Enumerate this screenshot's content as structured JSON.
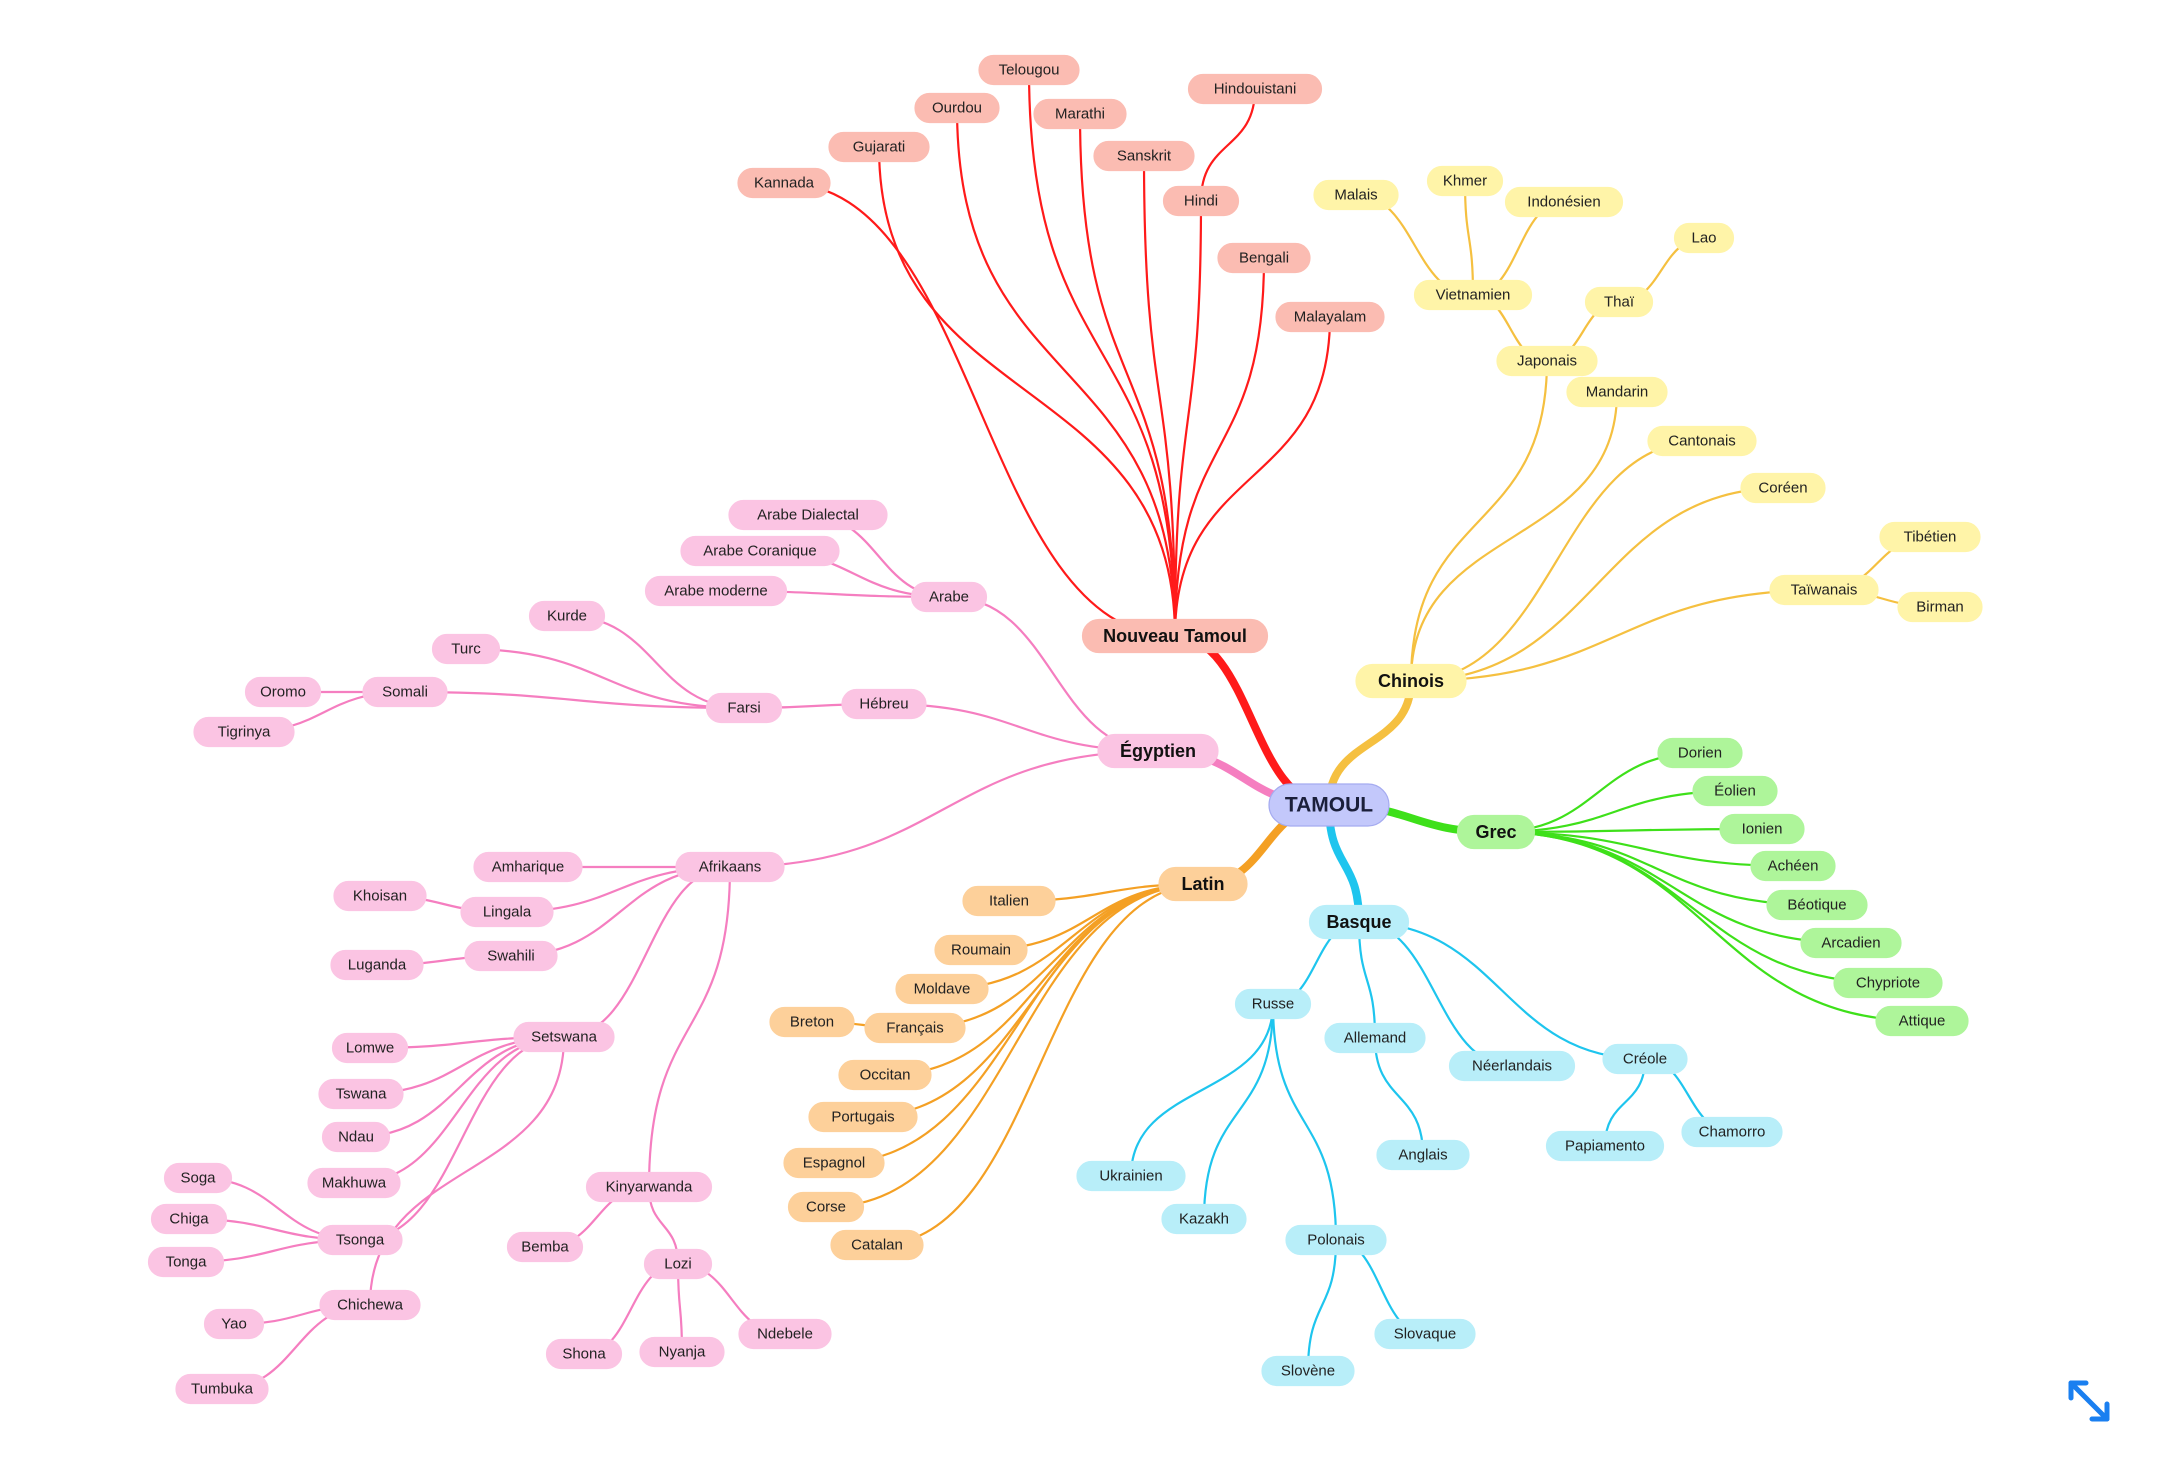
{
  "root": "TAMOUL",
  "colors": {
    "root_fill": "#c3c8fb",
    "root_stroke": "#a5abf0"
  },
  "branches": [
    {
      "key": "tamoul",
      "label": "Nouveau Tamoul",
      "color": "#ff1a1a",
      "fill": "#fbbcb2",
      "children": [
        {
          "label": "Kannada"
        },
        {
          "label": "Gujarati"
        },
        {
          "label": "Ourdou"
        },
        {
          "label": "Telougou"
        },
        {
          "label": "Marathi"
        },
        {
          "label": "Sanskrit"
        },
        {
          "label": "Hindi",
          "children": [
            {
              "label": "Hindouistani"
            }
          ]
        },
        {
          "label": "Bengali"
        },
        {
          "label": "Malayalam"
        }
      ]
    },
    {
      "key": "chinois",
      "label": "Chinois",
      "color": "#f5c040",
      "fill": "#fff4a8",
      "children": [
        {
          "label": "Japonais",
          "children": [
            {
              "label": "Vietnamien",
              "children": [
                {
                  "label": "Malais"
                },
                {
                  "label": "Khmer"
                },
                {
                  "label": "Indonésien"
                }
              ]
            },
            {
              "label": "Thaï",
              "children": [
                {
                  "label": "Lao"
                }
              ]
            }
          ]
        },
        {
          "label": "Mandarin"
        },
        {
          "label": "Cantonais"
        },
        {
          "label": "Coréen"
        },
        {
          "label": "Taïwanais",
          "children": [
            {
              "label": "Tibétien"
            },
            {
              "label": "Birman"
            }
          ]
        }
      ]
    },
    {
      "key": "grec",
      "label": "Grec",
      "color": "#3ee01a",
      "fill": "#aef59a",
      "children": [
        {
          "label": "Dorien"
        },
        {
          "label": "Éolien"
        },
        {
          "label": "Ionien"
        },
        {
          "label": "Achéen"
        },
        {
          "label": "Béotique"
        },
        {
          "label": "Arcadien"
        },
        {
          "label": "Chypriote"
        },
        {
          "label": "Attique"
        }
      ]
    },
    {
      "key": "basque",
      "label": "Basque",
      "color": "#1ec5ee",
      "fill": "#b8eef9",
      "children": [
        {
          "label": "Russe",
          "children": [
            {
              "label": "Ukrainien"
            },
            {
              "label": "Kazakh"
            },
            {
              "label": "Polonais",
              "children": [
                {
                  "label": "Slovène"
                },
                {
                  "label": "Slovaque"
                }
              ]
            }
          ]
        },
        {
          "label": "Allemand",
          "children": [
            {
              "label": "Anglais"
            }
          ]
        },
        {
          "label": "Néerlandais"
        },
        {
          "label": "Créole",
          "children": [
            {
              "label": "Papiamento"
            },
            {
              "label": "Chamorro"
            }
          ]
        }
      ]
    },
    {
      "key": "latin",
      "label": "Latin",
      "color": "#f4a024",
      "fill": "#fdd09a",
      "children": [
        {
          "label": "Italien"
        },
        {
          "label": "Roumain"
        },
        {
          "label": "Moldave"
        },
        {
          "label": "Français",
          "children": [
            {
              "label": "Breton"
            }
          ]
        },
        {
          "label": "Occitan"
        },
        {
          "label": "Portugais"
        },
        {
          "label": "Espagnol"
        },
        {
          "label": "Corse"
        },
        {
          "label": "Catalan"
        }
      ]
    },
    {
      "key": "egyptien",
      "label": "Égyptien",
      "color": "#f57ec0",
      "fill": "#fbc4e3",
      "children": [
        {
          "label": "Arabe",
          "children": [
            {
              "label": "Arabe Dialectal"
            },
            {
              "label": "Arabe Coranique"
            },
            {
              "label": "Arabe moderne"
            }
          ]
        },
        {
          "label": "Hébreu",
          "children": [
            {
              "label": "Farsi",
              "children": [
                {
                  "label": "Kurde"
                },
                {
                  "label": "Turc"
                },
                {
                  "label": "Somali",
                  "children": [
                    {
                      "label": "Oromo"
                    },
                    {
                      "label": "Tigrinya"
                    }
                  ]
                }
              ]
            }
          ]
        },
        {
          "label": "Afrikaans",
          "children": [
            {
              "label": "Amharique"
            },
            {
              "label": "Lingala",
              "children": [
                {
                  "label": "Khoisan"
                }
              ]
            },
            {
              "label": "Swahili",
              "children": [
                {
                  "label": "Luganda"
                }
              ]
            },
            {
              "label": "Setswana",
              "children": [
                {
                  "label": "Lomwe"
                },
                {
                  "label": "Tswana"
                },
                {
                  "label": "Ndau"
                },
                {
                  "label": "Makhuwa"
                },
                {
                  "label": "Tsonga",
                  "children": [
                    {
                      "label": "Soga"
                    },
                    {
                      "label": "Chiga"
                    },
                    {
                      "label": "Tonga"
                    }
                  ]
                },
                {
                  "label": "Chichewa",
                  "children": [
                    {
                      "label": "Yao"
                    },
                    {
                      "label": "Tumbuka"
                    }
                  ]
                }
              ]
            },
            {
              "label": "Kinyarwanda",
              "children": [
                {
                  "label": "Bemba"
                },
                {
                  "label": "Lozi",
                  "children": [
                    {
                      "label": "Shona"
                    },
                    {
                      "label": "Nyanja"
                    },
                    {
                      "label": "Ndebele"
                    }
                  ]
                }
              ]
            }
          ]
        }
      ]
    }
  ],
  "controls": {
    "expand_icon": "expand-arrows-icon",
    "expand_color": "#1a7ff0"
  }
}
